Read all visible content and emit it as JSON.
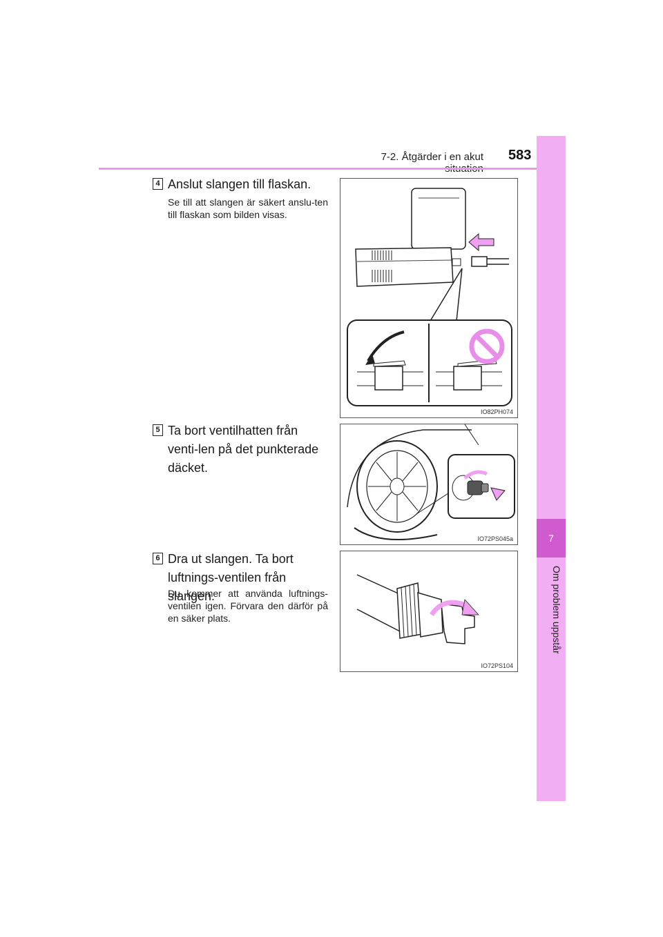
{
  "header": {
    "section": "7-2. Åtgärder i en akut situation",
    "page_number": "583"
  },
  "side_tab": {
    "chapter_number": "7",
    "chapter_title": "Om problem uppstår"
  },
  "steps": [
    {
      "number": "4",
      "heading": "Anslut slangen till flaskan.",
      "note": "Se till att slangen är säkert anslu-ten till flaskan som bilden visas.",
      "figure_code": "IO82PH074"
    },
    {
      "number": "5",
      "heading": "Ta bort ventilhatten från venti-len på det punkterade däcket.",
      "note": "",
      "figure_code": "IO72PS045a"
    },
    {
      "number": "6",
      "heading": "Dra ut slangen. Ta bort luftnings-ventilen från slangen.",
      "note": "Du kommer att använda luftnings-ventilen igen. Förvara den därför på en säker plats.",
      "figure_code": "IO72PS104"
    }
  ],
  "colors": {
    "accent_pink": "#e89ae8",
    "tab_pink": "#f2aef2",
    "tab_active": "#cf5bcf",
    "arrow_pink": "#f0a0f0",
    "prohibit_pink": "#e88ee8"
  },
  "icons": [
    "prohibited-icon",
    "arrow-left-icon",
    "curved-arrow-icon"
  ]
}
